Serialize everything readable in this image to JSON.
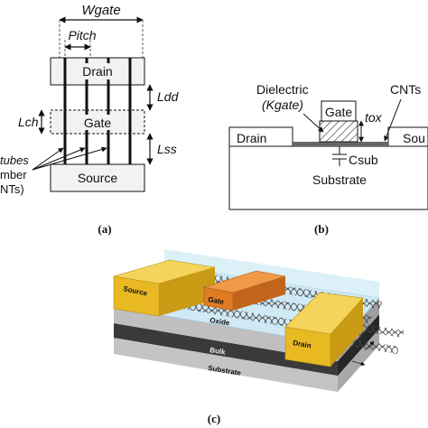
{
  "panel_a": {
    "wgate": "Wgate",
    "pitch": "Pitch",
    "drain": "Drain",
    "gate": "Gate",
    "source": "Source",
    "ldd": "Ldd",
    "lch": "Lch",
    "lss": "Lss",
    "note_line1": "tubes",
    "note_line2": "mber",
    "note_line3": "NTs)",
    "caption": "(a)"
  },
  "panel_b": {
    "dielectric": "Dielectric",
    "kgate": "(Kgate)",
    "gate": "Gate",
    "tox": "tox",
    "cnts": "CNTs",
    "drain": "Drain",
    "source": "Sou",
    "csub": "Csub",
    "substrate": "Substrate",
    "caption": "(b)"
  },
  "panel_c": {
    "source": "Source",
    "gate": "Gate",
    "oxide": "Oxide",
    "bulk": "Bulk",
    "substrate": "Substrate",
    "drain": "Drain",
    "caption": "(c)"
  },
  "colors": {
    "contact_yellow": "#e8b923",
    "gate_orange": "#e07b22",
    "oxide_grey": "#bfbfbf",
    "bulk_dark": "#3a3a3a",
    "substrate_light": "#d4d4d4",
    "channel_blue": "#bfe3f2"
  }
}
